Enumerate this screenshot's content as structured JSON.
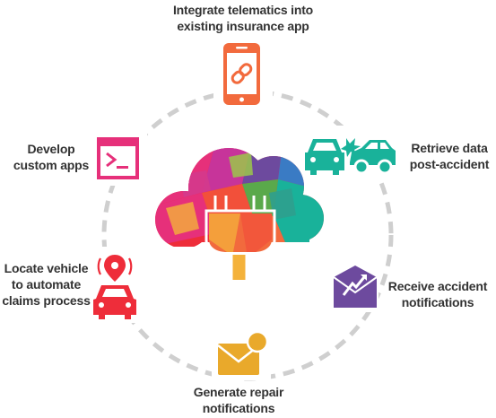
{
  "diagram": {
    "features": [
      {
        "id": "integrate",
        "line1": "Integrate telematics into",
        "line2": "existing insurance app",
        "icon": "smartphone-link-icon",
        "color": "#f26a3d"
      },
      {
        "id": "retrieve",
        "line1": "Retrieve data",
        "line2": "post-accident",
        "icon": "car-collision-icon",
        "color": "#19b29a"
      },
      {
        "id": "receive",
        "line1": "Receive accident",
        "line2": "notifications",
        "icon": "envelope-alert-icon",
        "color": "#6d4a9e"
      },
      {
        "id": "generate",
        "line1": "Generate repair",
        "line2": "notifications",
        "icon": "envelope-notification-icon",
        "color": "#e9a92b"
      },
      {
        "id": "locate",
        "line1": "Locate vehicle",
        "line2": "to automate",
        "line3": "claims process",
        "icon": "car-location-icon",
        "color": "#ee2d3a"
      },
      {
        "id": "develop",
        "line1": "Develop",
        "line2": "custom apps",
        "icon": "terminal-window-icon",
        "color": "#e6307a"
      }
    ],
    "center": {
      "icon": "cloud-plug-icon"
    },
    "ring": {
      "style": "dashed",
      "color": "#cfcfcf"
    }
  }
}
